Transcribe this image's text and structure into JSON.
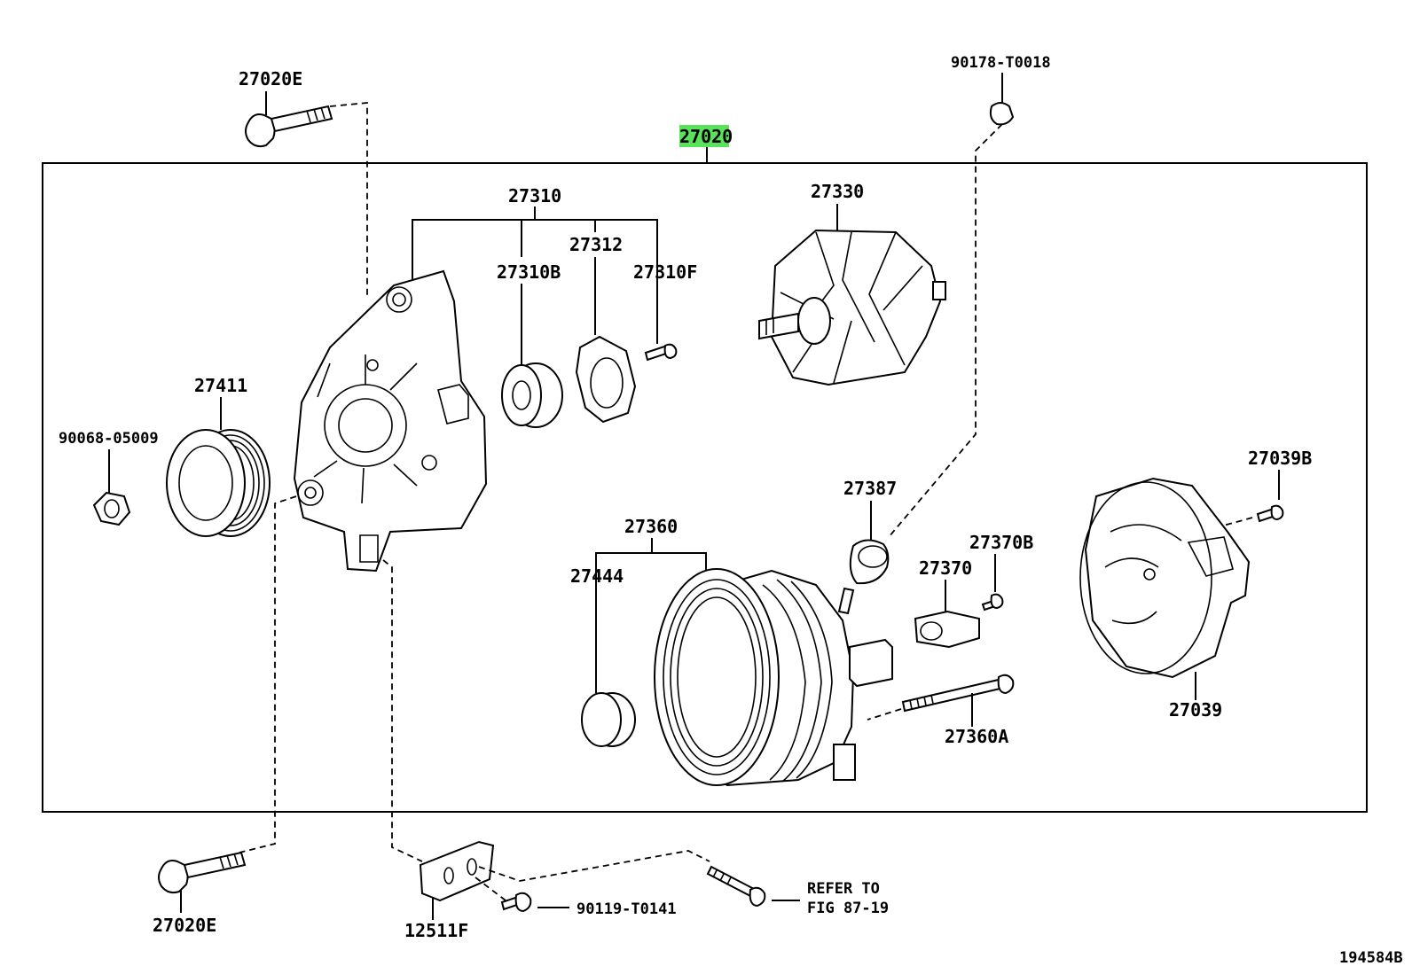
{
  "diagram": {
    "assembly": {
      "number_highlight": "2702",
      "number_rest": "0",
      "highlight_color": "#59e35a"
    },
    "labels": {
      "bolt_top": "27020E",
      "cap_screw_top": "90178-T0018",
      "frame_set": "27310",
      "bearing": "27310B",
      "retainer": "27312",
      "retainer_screw": "27310F",
      "rotor": "27330",
      "pulley": "27411",
      "nut": "90068-05009",
      "insulator": "27387",
      "bolt_right": "27039B",
      "stator_set": "27360",
      "terminal_bolt": "27370B",
      "ring": "27444",
      "terminal": "27370",
      "through_bolt": "27360A",
      "cover": "27039",
      "bolt_bottom": "27020E",
      "bracket": "12511F",
      "bracket_bolt": "90119-T0141",
      "refer_line1": "REFER TO",
      "refer_line2": "FIG 87-19",
      "diagram_id": "194584B"
    }
  }
}
